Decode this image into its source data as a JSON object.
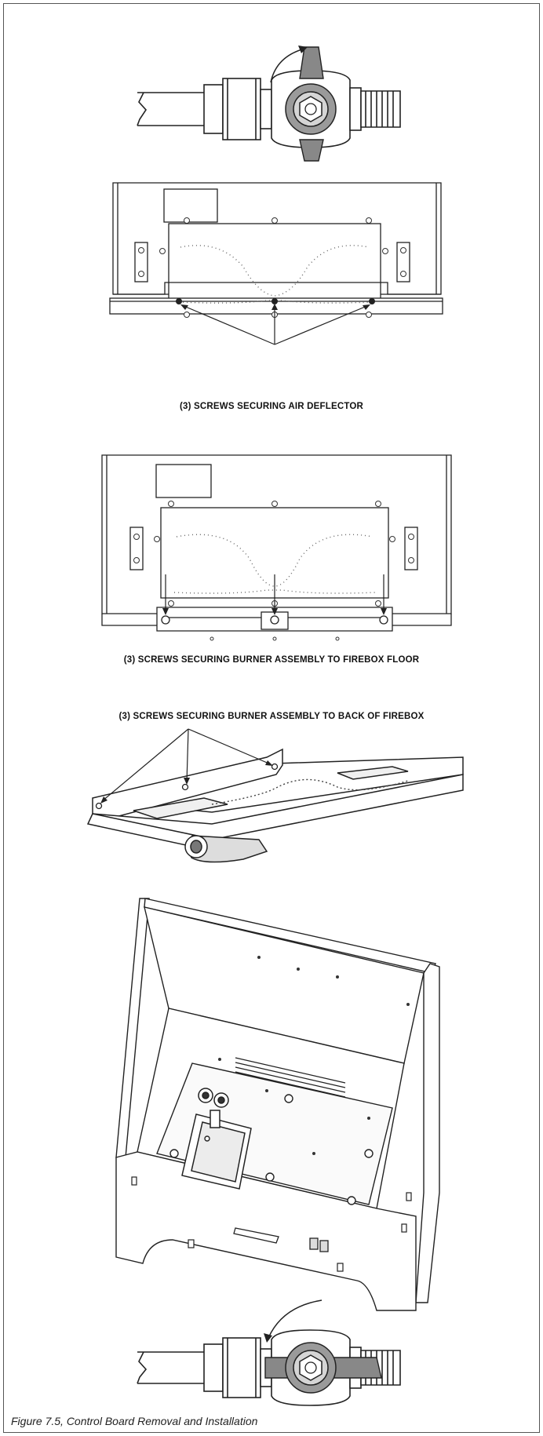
{
  "captions": {
    "air_deflector": "(3) SCREWS SECURING AIR DEFLECTOR",
    "burner_floor": "(3) SCREWS SECURING BURNER ASSEMBLY TO FIREBOX FLOOR",
    "burner_back": "(3) SCREWS SECURING BURNER ASSEMBLY TO BACK OF FIREBOX"
  },
  "figure_caption": "Figure 7.5, Control Board Removal and Installation",
  "colors": {
    "line": "#222222",
    "shade": "#8a8a8a",
    "light": "#d9d9d9"
  }
}
